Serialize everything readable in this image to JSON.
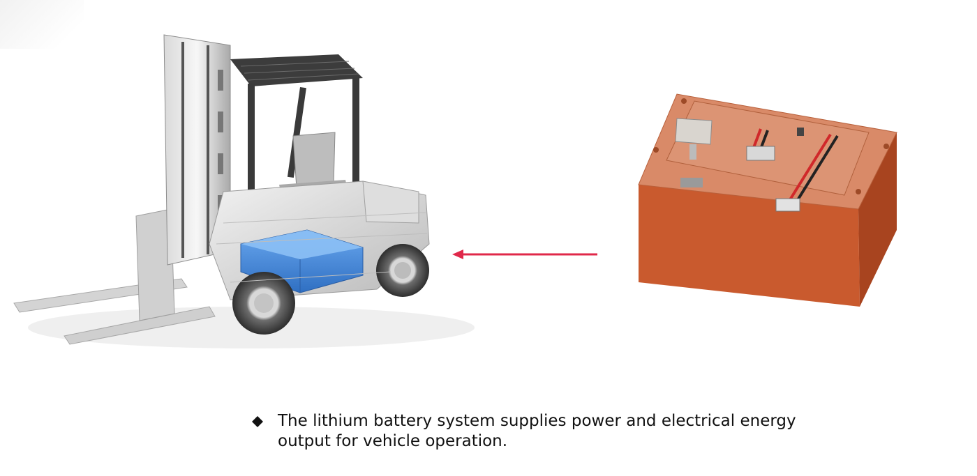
{
  "caption": {
    "bullet_icon": "diamond-bullet-icon",
    "text": "The lithium battery system supplies power and electrical energy output for vehicle operation."
  },
  "illustrations": {
    "forklift": "forklift-illustration",
    "battery": "battery-pack-illustration",
    "arrow": "arrow-left-icon"
  },
  "colors": {
    "arrow": "#e0284a",
    "battery_body": "#c95a2e",
    "battery_top": "#d98a68",
    "battery_in_forklift": "#3f86d9",
    "forklift_body": "#cfcfcf",
    "text": "#111111"
  }
}
